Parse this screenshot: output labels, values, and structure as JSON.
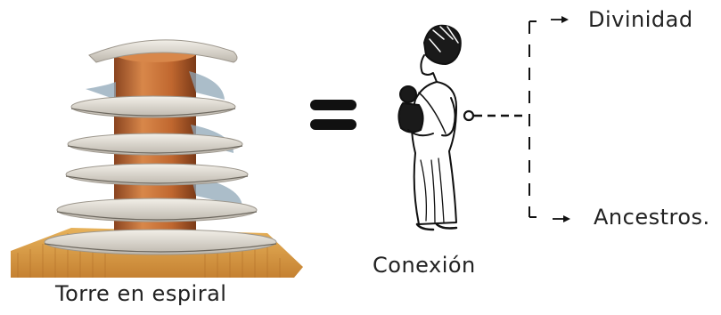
{
  "tower": {
    "caption": "Torre en espiral",
    "icon": "spiral-tower-illustration"
  },
  "equals": {
    "icon": "equals-sign-icon"
  },
  "woman": {
    "caption": "Conexión",
    "icon": "woman-carrying-child-illustration"
  },
  "connection": {
    "top_label": "Divinidad",
    "bottom_label": "Ancestros."
  },
  "colors": {
    "text": "#222222",
    "tower_core": "#c8733a",
    "tower_core_dark": "#8a4420",
    "tower_rings": "#e6e2da",
    "ground": "#d79a42",
    "ink": "#111111"
  }
}
